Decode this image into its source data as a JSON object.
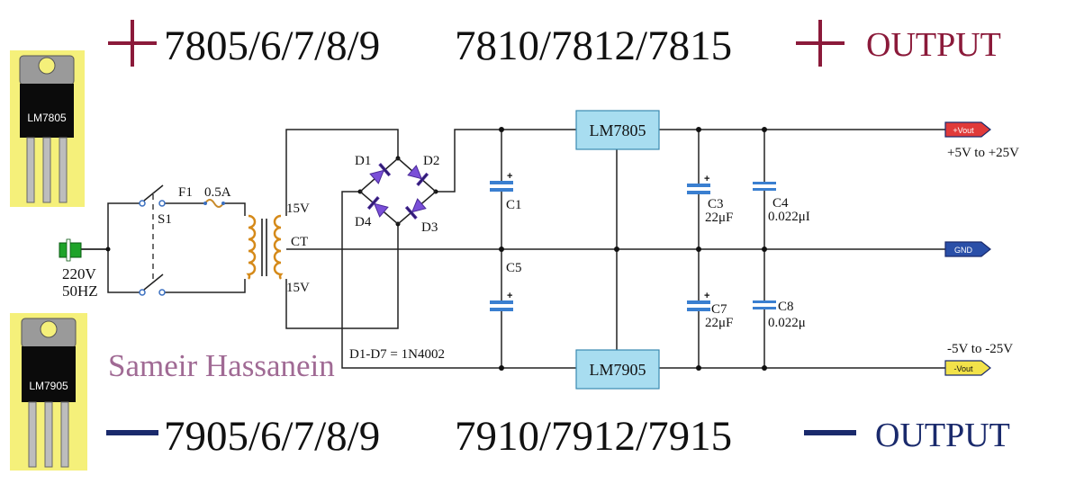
{
  "header": {
    "plus_symbol": "+",
    "left_text": "7805/6/7/8/9",
    "right_text": "7810/7812/7815",
    "output_label": "OUTPUT"
  },
  "footer": {
    "minus_symbol": "—",
    "left_text": "7905/6/7/8/9",
    "right_text": "7910/7912/7915",
    "output_label": "OUTPUT"
  },
  "packages": {
    "top_label": "LM7805",
    "bottom_label": "LM7905"
  },
  "input": {
    "voltage": "220V",
    "frequency": "50HZ",
    "switch": "S1",
    "fuse": "F1",
    "fuse_rating": "0.5A"
  },
  "transformer": {
    "top_tap": "15V",
    "center_tap": "CT",
    "bottom_tap": "15V"
  },
  "diodes": {
    "d1": "D1",
    "d2": "D2",
    "d3": "D3",
    "d4": "D4",
    "note": "D1-D7 = 1N4002"
  },
  "regulators": {
    "positive": "LM7805",
    "negative": "LM7905"
  },
  "capacitors": {
    "c1": "C1",
    "c5": "C5",
    "c3": "C3",
    "c3_value": "22μF",
    "c4": "C4",
    "c4_value": "0.022μI",
    "c7": "C7",
    "c7_value": "22μF",
    "c8": "C8",
    "c8_value": "0.022μ"
  },
  "outputs": {
    "pos_tag": "+Vout",
    "pos_range": "+5V to +25V",
    "gnd_tag": "GND",
    "neg_tag": "-Vout",
    "neg_range": "-5V to -25V"
  },
  "author": "Sameir Hassanein",
  "colors": {
    "plus_color": "#8b1a3a",
    "minus_color": "#1a2a6c",
    "regulator_fill": "#a8ddf0",
    "package_bg": "#f5f07a",
    "diode_color": "#7a4fd8",
    "cap_color": "#3a7fd0",
    "coil_color": "#d58a1a",
    "author_color": "#a06a94"
  }
}
